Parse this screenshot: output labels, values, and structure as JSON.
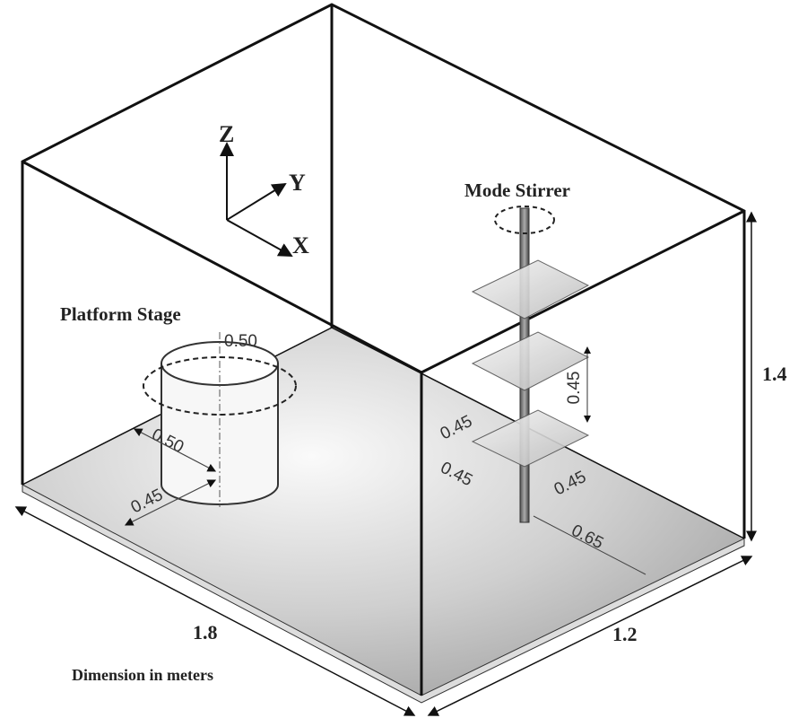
{
  "labels": {
    "mode_stirrer": "Mode Stirrer",
    "platform_stage": "Platform Stage",
    "dimension_note": "Dimension in meters",
    "axis_z": "Z",
    "axis_y": "Y",
    "axis_x": "X"
  },
  "dimensions": {
    "length": "1.8",
    "width": "1.2",
    "height": "1.4",
    "stage_diameter": "0.50",
    "stage_offset_a": "0.50",
    "stage_offset_b": "0.45",
    "plate_spacing": "0.45",
    "plate_size_a": "0.45",
    "plate_size_b": "0.45",
    "stirrer_offset_a": "0.45",
    "stirrer_offset_b": "0.65"
  }
}
